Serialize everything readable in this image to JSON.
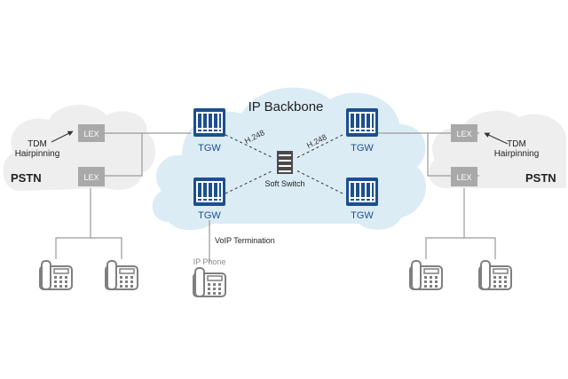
{
  "backbone": {
    "label": "IP Backbone"
  },
  "pstn_left": {
    "label": "PSTN",
    "hairpin_label": [
      "TDM",
      "Hairpinning"
    ],
    "lex_labels": [
      "LEX",
      "LEX"
    ]
  },
  "pstn_right": {
    "label": "PSTN",
    "hairpin_label": [
      "TDM",
      "Hairpinning"
    ],
    "lex_labels": [
      "LEX",
      "LEX"
    ]
  },
  "gateways": [
    "TGW",
    "TGW",
    "TGW",
    "TGW"
  ],
  "links": [
    "H.248",
    "H.248"
  ],
  "soft_switch": {
    "label": "Soft Switch"
  },
  "voip": {
    "label": "VoIP Termination"
  },
  "ip_phone": {
    "label": "IP Phone"
  },
  "colors": {
    "cloud_backbone": "#dbecf5",
    "cloud_pstn": "#eeeeee",
    "lex_box": "#a9a9a9",
    "gateway": "#1b4f8f",
    "line": "#9a9a9a",
    "phone": "#7f7f7f"
  },
  "icons": [
    "cloud-icon",
    "gateway-icon",
    "server-rack-icon",
    "desk-phone-icon",
    "arrow-icon"
  ]
}
